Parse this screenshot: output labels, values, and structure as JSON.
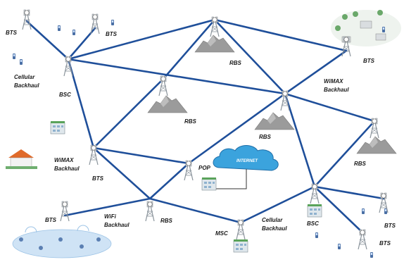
{
  "labels": {
    "bts_top_left": "BTS",
    "bts_top_mid": "BTS",
    "cellular_backhaul_left_1": "Cellular",
    "cellular_backhaul_left_2": "Backhaul",
    "bsc_left": "BSC",
    "rbs_top": "RBS",
    "rbs_mid_left": "RBS",
    "wimax_backhaul_right_1": "WiMAX",
    "wimax_backhaul_right_2": "Backhaul",
    "bts_top_right": "BTS",
    "rbs_center": "RBS",
    "rbs_right": "RBS",
    "wimax_backhaul_left_1": "WiMAX",
    "wimax_backhaul_left_2": "Backhaul",
    "bts_left_mid": "BTS",
    "pop": "POP",
    "internet": "INTERNET",
    "wifi_backhaul_1": "WiFi",
    "wifi_backhaul_2": "Backhaul",
    "bts_bottom_left": "BTS",
    "rbs_bottom": "RBS",
    "msc": "MSC",
    "cellular_backhaul_bottom_1": "Cellular",
    "cellular_backhaul_bottom_2": "Backhaul",
    "bsc_right": "BSC",
    "bts_bottom_right_1": "BTS",
    "bts_bottom_right_2": "BTS"
  },
  "colors": {
    "link": "#1f4f9a",
    "cloud": "#3ba3dd",
    "mountain": "#8f8f8f",
    "tower": "#9aa3ab"
  }
}
